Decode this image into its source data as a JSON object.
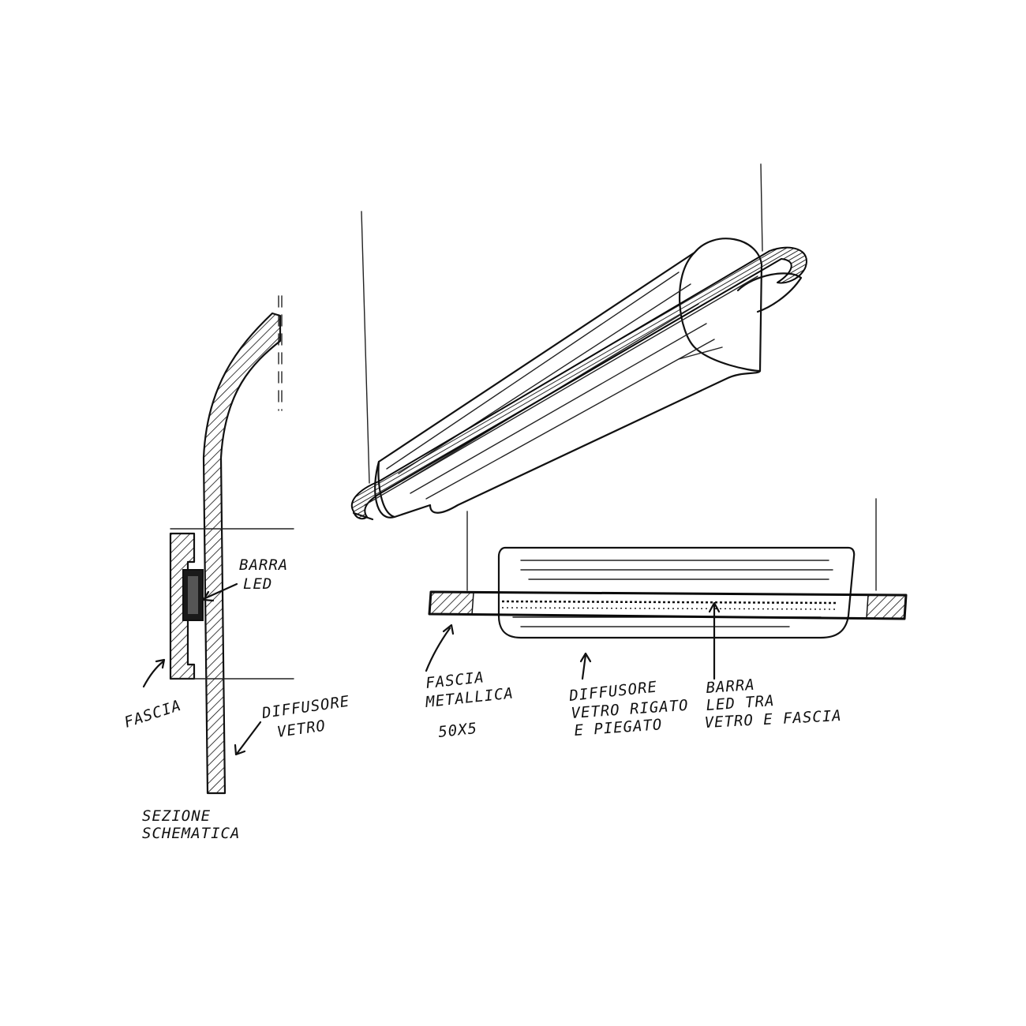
{
  "labels": {
    "barra_led": [
      "BARRA",
      "LED"
    ],
    "fascia": "FASCIA",
    "diffusore_vetro": [
      "DIFFUSORE",
      "VETRO"
    ],
    "sezione": [
      "SEZIONE",
      "SCHEMATICA"
    ],
    "fascia_metallica": [
      "FASCIA",
      "METALLICA",
      "50x5"
    ],
    "diffusore_rigato": [
      "DIFFUSORE",
      "VETRO RIGATO",
      "E PIEGATO"
    ],
    "barra_led_tra": [
      "BARRA",
      "LED TRA",
      "VETRO e FASCIA"
    ]
  }
}
